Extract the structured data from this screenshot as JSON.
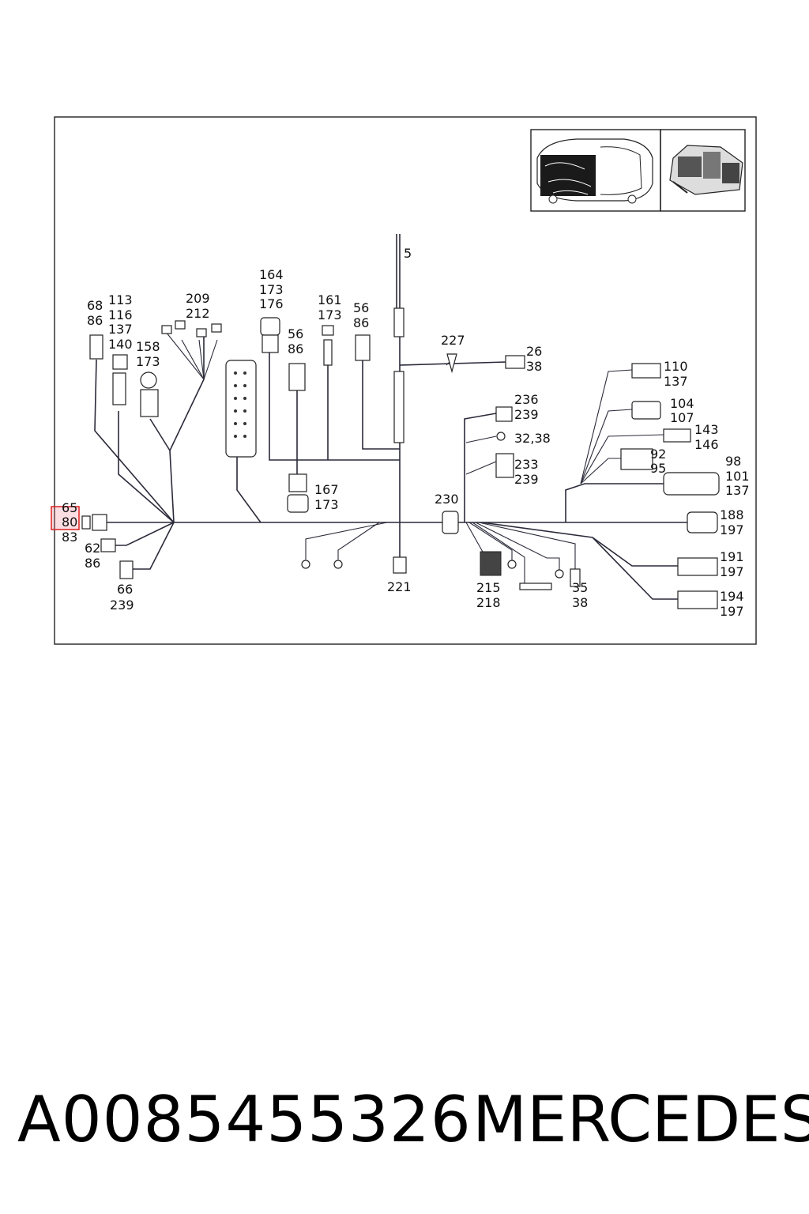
{
  "footer": {
    "part_number": "A0085455326",
    "brand": "MERCEDES"
  },
  "callouts": {
    "c5": "5",
    "c68_86": [
      "68",
      "86"
    ],
    "c113": [
      "113",
      "116",
      "137",
      "140"
    ],
    "c209": [
      "209",
      "212"
    ],
    "c158": [
      "158",
      "173"
    ],
    "c164": [
      "164",
      "173",
      "176"
    ],
    "c56a": [
      "56",
      "86"
    ],
    "c161": [
      "161",
      "173"
    ],
    "c56b": [
      "56",
      "86"
    ],
    "c227": "227",
    "c26": [
      "26",
      "38"
    ],
    "c236": [
      "236",
      "239"
    ],
    "c3238": "32,38",
    "c233": [
      "233",
      "239"
    ],
    "c110": [
      "110",
      "137"
    ],
    "c104": [
      "104",
      "107"
    ],
    "c143": [
      "143",
      "146"
    ],
    "c92": [
      "92",
      "95"
    ],
    "c98": [
      "98",
      "101",
      "137"
    ],
    "c188": [
      "188",
      "197"
    ],
    "c191": [
      "191",
      "197"
    ],
    "c194": [
      "194",
      "197"
    ],
    "c167": [
      "167",
      "173"
    ],
    "c230": "230",
    "c65": [
      "65",
      "80",
      "83"
    ],
    "c62": [
      "62",
      "86"
    ],
    "c66": [
      "66",
      "239"
    ],
    "c221": "221",
    "c215": [
      "215",
      "218"
    ],
    "c35": [
      "35",
      "38"
    ]
  },
  "highlight": {
    "label": "80"
  }
}
